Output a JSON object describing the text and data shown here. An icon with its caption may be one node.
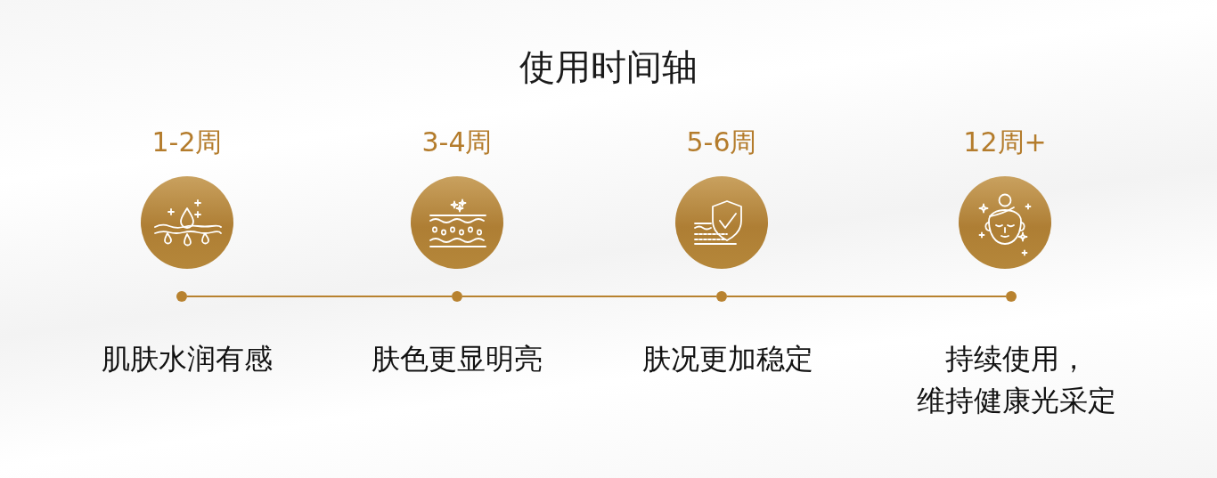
{
  "diagram": {
    "title": "使用时间轴",
    "nodes": [
      {
        "text": [],
        "shape": "circle",
        "beside": [
          "肌肤水润有感"
        ]
      },
      {
        "text": [],
        "shape": "circle",
        "beside": [
          "肤色更显明亮"
        ]
      },
      {
        "text": [],
        "shape": "circle",
        "beside": [
          "肤况更加稳定"
        ]
      },
      {
        "text": [],
        "shape": "circle",
        "beside": [
          "持续使用，维持健康光采定"
        ]
      }
    ],
    "edges": [
      {
        "from": 0,
        "to": 1,
        "arrow": "none"
      },
      {
        "from": 1,
        "to": 2,
        "arrow": "none"
      },
      {
        "from": 2,
        "to": 3,
        "arrow": "none"
      }
    ],
    "labels": [
      "1-2周",
      "3-4周",
      "5-6周",
      "12周+"
    ]
  }
}
